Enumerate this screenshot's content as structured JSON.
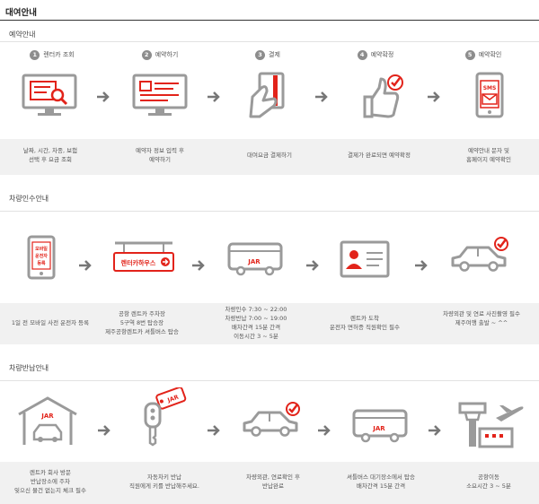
{
  "page": {
    "title": "대여안내"
  },
  "reservation": {
    "section_title": "예약안내",
    "steps": [
      {
        "num": "1",
        "label": "렌터카 조회",
        "desc": [
          "날짜, 시간, 차종, 보험",
          "선택 후 요금 조회"
        ]
      },
      {
        "num": "2",
        "label": "예약하기",
        "desc": [
          "예약자 정보 입력 후",
          "예약하기"
        ]
      },
      {
        "num": "3",
        "label": "결제",
        "desc": [
          "대여요금 결제하기"
        ]
      },
      {
        "num": "4",
        "label": "예약확정",
        "desc": [
          "결제가 완료되면 예약확정"
        ]
      },
      {
        "num": "5",
        "label": "예약확인",
        "desc": [
          "예약안내 문자 및",
          "홈페이지 예약확인"
        ]
      }
    ]
  },
  "pickup": {
    "section_title": "차량인수안내",
    "phone_text": [
      "모바일",
      "운전자",
      "등록"
    ],
    "sign_text": "렌터카하우스",
    "bus_text": "JAR",
    "steps": [
      {
        "desc": [
          "1일 전 모바일 사전 운전자 등록"
        ]
      },
      {
        "desc": [
          "공항 렌트카 주차장",
          "5구역 8번 탑승장",
          "제주공항렌트카 셔틀버스 탑승"
        ]
      },
      {
        "desc": [
          "차량인수 7:30 ~ 22:00",
          "차량반납 7:00 ~ 19:00",
          "배차간격 15분 간격",
          "이동시간 3 ~ 5분"
        ]
      },
      {
        "desc": [
          "렌트카 도착",
          "운전자 면허증 직원확인 필수"
        ]
      },
      {
        "desc": [
          "차량외관 및 연료 사진촬영 필수",
          "제주여행 출발 ~ ^^"
        ]
      }
    ]
  },
  "return": {
    "section_title": "차량반납안내",
    "garage_text": "JAR",
    "tag_text": "JAR",
    "bus_text": "JAR",
    "steps": [
      {
        "desc": [
          "렌트카 회사 방문",
          "반납장소에 주차",
          "잊으신 물건 없는지 체크 필수"
        ]
      },
      {
        "desc": [
          "자동차키 반납",
          "직원에게 키를 반납해주세요."
        ]
      },
      {
        "desc": [
          "차량외관, 연료확인 후",
          "반납완료"
        ]
      },
      {
        "desc": [
          "셔틀버스 대기장소에서 탑승",
          "배차간격 15분 간격"
        ]
      },
      {
        "desc": [
          "공항이동",
          "소요시간 3 ~ 5분"
        ]
      }
    ]
  },
  "colors": {
    "accent": "#e2231a",
    "icon": "#9a9a9a",
    "band": "#f1f1f1"
  }
}
